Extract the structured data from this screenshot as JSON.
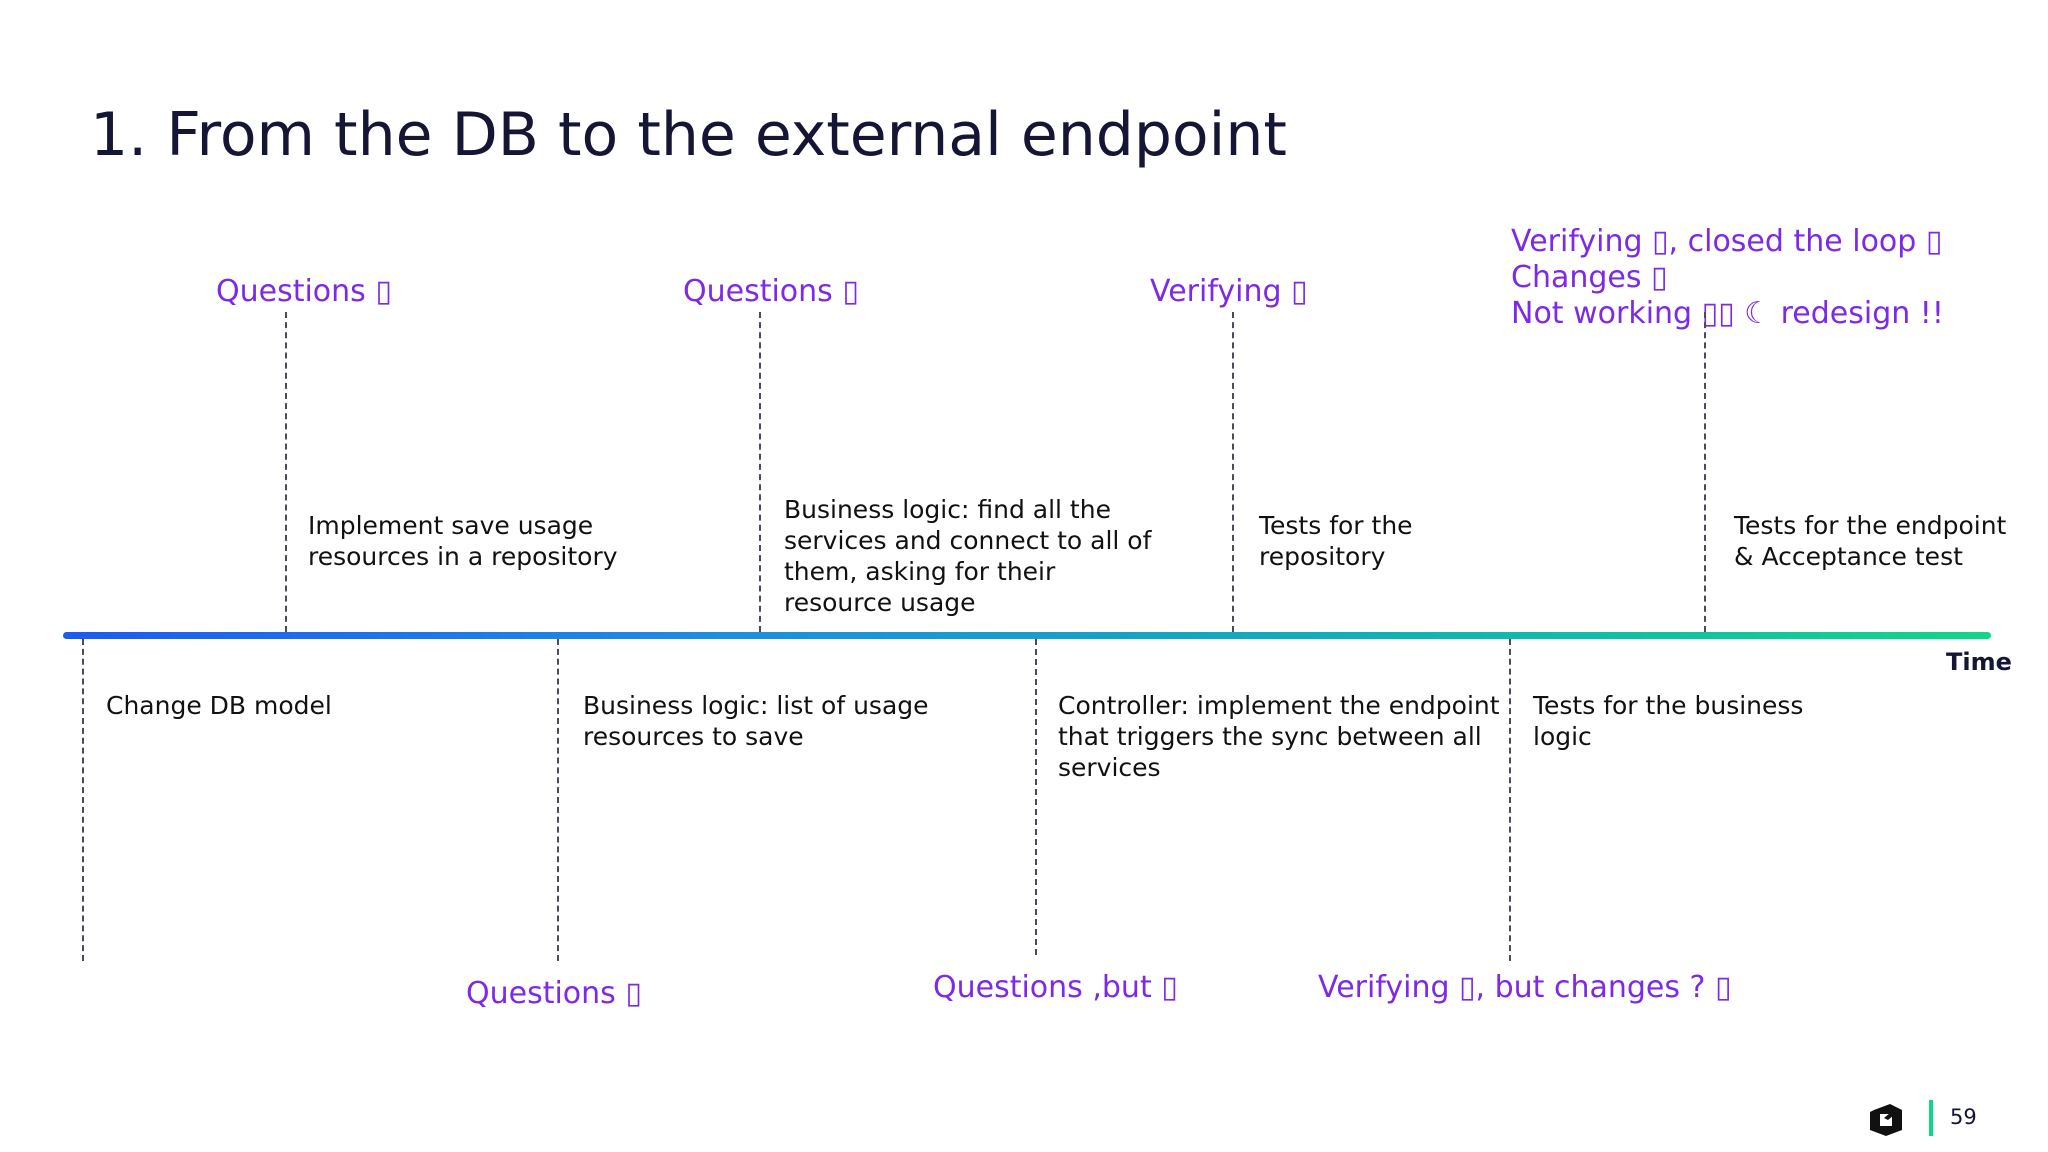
{
  "slide": {
    "title": "1. From the DB to the external endpoint",
    "time_label": "Time",
    "page_number": "59",
    "accent_color": "#7c2ae8",
    "timeline_gradient": [
      "#1e5bf0",
      "#10d68a"
    ],
    "logo_icon": "cube-logo-icon"
  },
  "tasks_above": [
    {
      "lines": [
        "Implement save usage",
        "resources in a repository"
      ]
    },
    {
      "lines": [
        "Business logic: find all the",
        "services and connect to all of",
        "them, asking for their",
        "resource usage"
      ]
    },
    {
      "lines": [
        "Tests for the",
        "repository"
      ]
    },
    {
      "lines": [
        "Tests for the endpoint",
        "& Acceptance test"
      ]
    }
  ],
  "tasks_below": [
    {
      "lines": [
        "Change DB model"
      ]
    },
    {
      "lines": [
        "Business logic: list of usage",
        "resources to save"
      ]
    },
    {
      "lines": [
        "Controller: implement the endpoint",
        "that triggers the sync between all",
        "services"
      ]
    },
    {
      "lines": [
        "Tests for the business",
        "logic"
      ]
    }
  ],
  "notes_top": [
    {
      "lines": [
        "Questions ▯"
      ]
    },
    {
      "lines": [
        "Questions ▯"
      ]
    },
    {
      "lines": [
        "Verifying ▯"
      ]
    },
    {
      "lines": [
        "Verifying ▯, closed the loop ▯",
        "Changes ▯",
        "Not working ▯▯  ☾  redesign !!"
      ]
    }
  ],
  "notes_bottom": [
    {
      "lines": [
        "Questions ▯"
      ]
    },
    {
      "lines": [
        "Questions ,but ▯"
      ]
    },
    {
      "lines": [
        "Verifying ▯, but changes ? ▯"
      ]
    }
  ]
}
